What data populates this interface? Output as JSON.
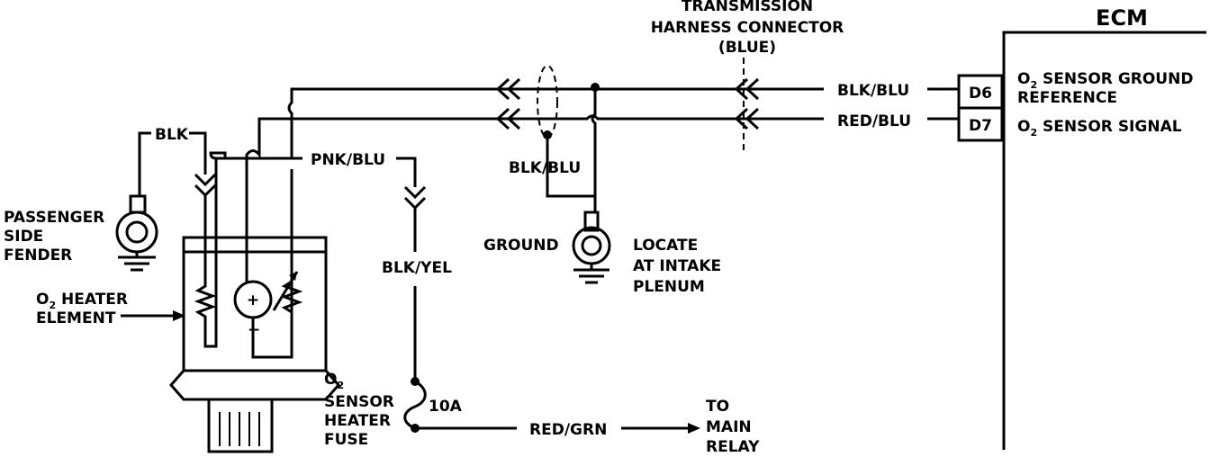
{
  "ecm": {
    "title": "ECM",
    "pins": [
      {
        "pin": "D6",
        "desc_line1": "O",
        "desc_sub": "2",
        "desc_rest": " SENSOR GROUND",
        "desc_line2": "REFERENCE"
      },
      {
        "pin": "D7",
        "desc_line1": "O",
        "desc_sub": "2",
        "desc_rest": " SENSOR SIGNAL"
      }
    ]
  },
  "connector": {
    "line1": "TRANSMISSION",
    "line2": "HARNESS CONNECTOR",
    "line3": "(BLUE)"
  },
  "wires": {
    "blk_blu": "BLK/BLU",
    "red_blu": "RED/BLU",
    "blk": "BLK",
    "pnk_blu": "PNK/BLU",
    "blk_blu_ground": "BLK/BLU",
    "blk_yel": "BLK/YEL",
    "red_grn": "RED/GRN"
  },
  "grounds": {
    "fender_line1": "PASSENGER",
    "fender_line2": "SIDE",
    "fender_line3": "FENDER",
    "ground": "GROUND",
    "locate_line1": "LOCATE",
    "locate_line2": "AT INTAKE",
    "locate_line3": "PLENUM"
  },
  "sensor": {
    "heater_o": "O",
    "heater_sub": "2",
    "heater_rest": " HEATER",
    "heater_line2": "ELEMENT"
  },
  "fuse": {
    "line1_o": "O",
    "line1_sub": "2",
    "line2": "SENSOR",
    "line3": "HEATER",
    "line4": "FUSE",
    "rating": "10A"
  },
  "destination": {
    "line1": "TO",
    "line2": "MAIN",
    "line3": "RELAY"
  },
  "symbols": {
    "plus": "+",
    "minus": "−"
  }
}
